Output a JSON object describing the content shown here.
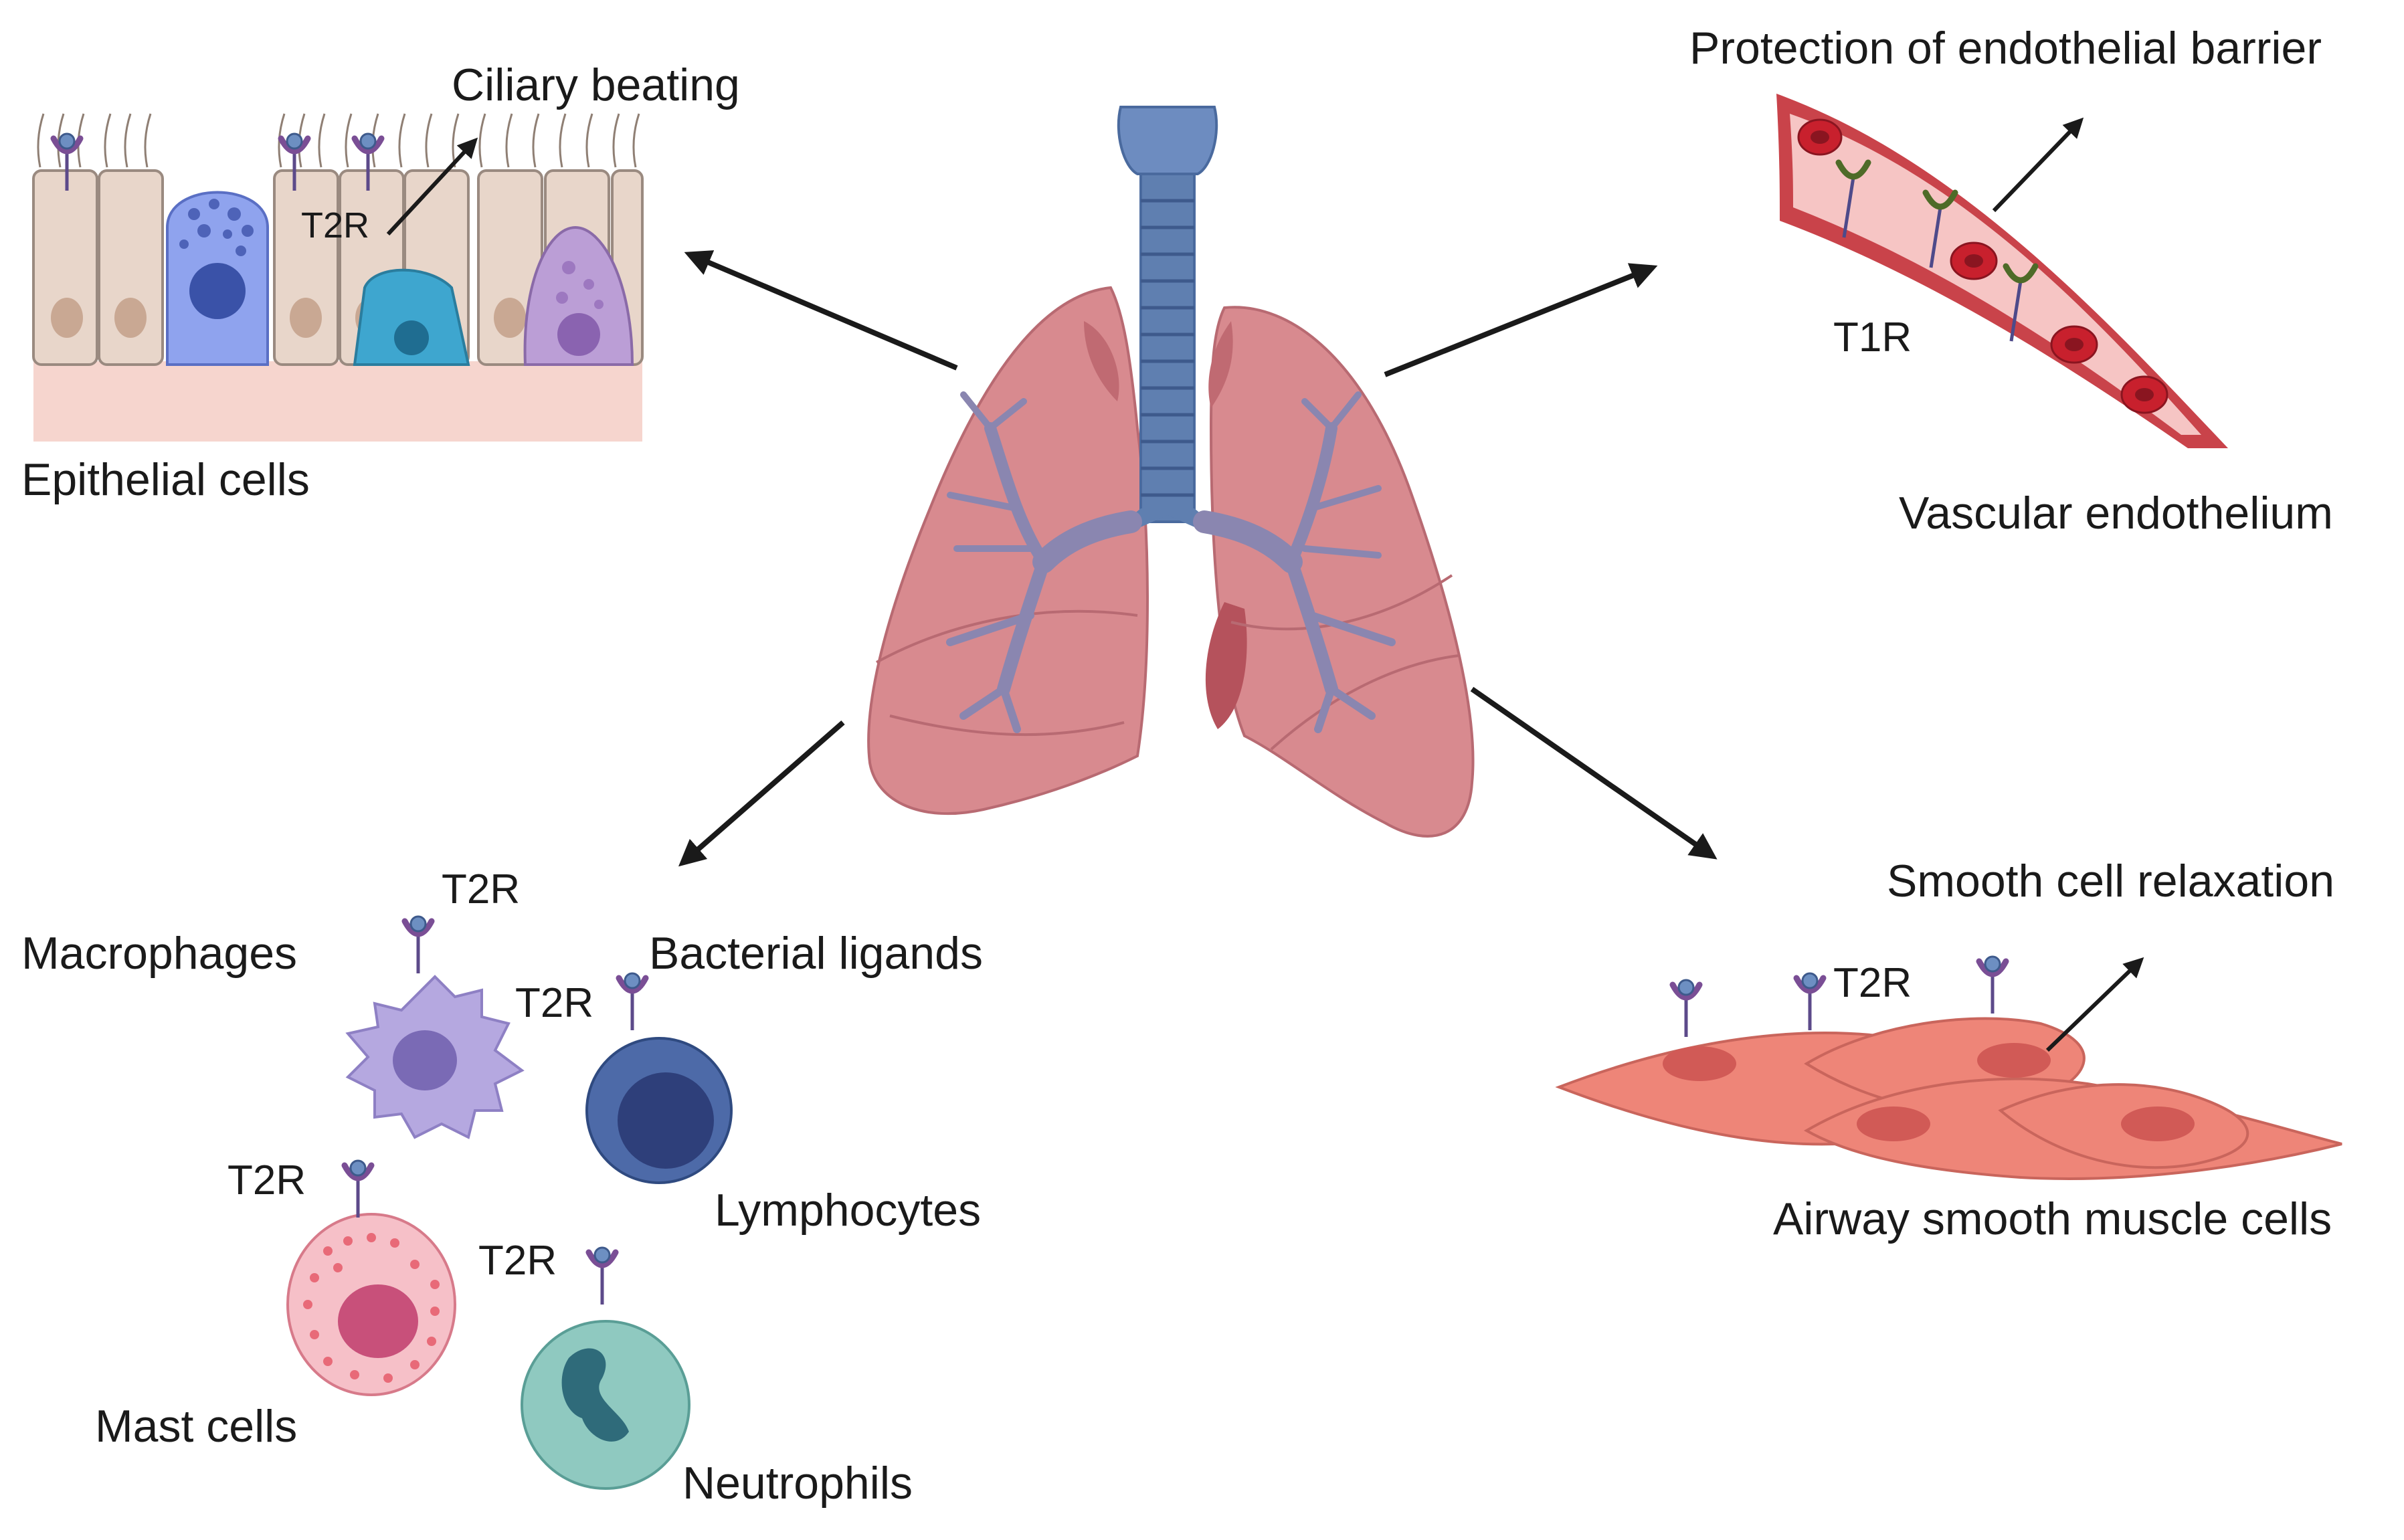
{
  "labels": {
    "ciliary_beating": "Ciliary beating",
    "epithelial_cells": "Epithelial cells",
    "t2r_epithelial": "T2R",
    "protection_barrier": "Protection of endothelial barrier",
    "t1r": "T1R",
    "vascular_endothelium": "Vascular endothelium",
    "macrophages": "Macrophages",
    "t2r_macrophage": "T2R",
    "bacterial_ligands": "Bacterial ligands",
    "t2r_lymphocyte": "T2R",
    "lymphocytes": "Lymphocytes",
    "t2r_mast": "T2R",
    "mast_cells": "Mast cells",
    "t2r_neutrophil": "T2R",
    "neutrophils": "Neutrophils",
    "smooth_relaxation": "Smooth cell relaxation",
    "t2r_smooth": "T2R",
    "airway_smooth_muscle": "Airway smooth muscle cells"
  },
  "colors": {
    "lung": "#d88a8f",
    "lung_dark": "#c06a72",
    "trachea": "#5f7fb0",
    "bronchi": "#8a86b0",
    "vessel": "#c9434a",
    "rbc": "#c8202d",
    "smooth_muscle": "#ee8578",
    "receptor": "#7a4e95"
  }
}
